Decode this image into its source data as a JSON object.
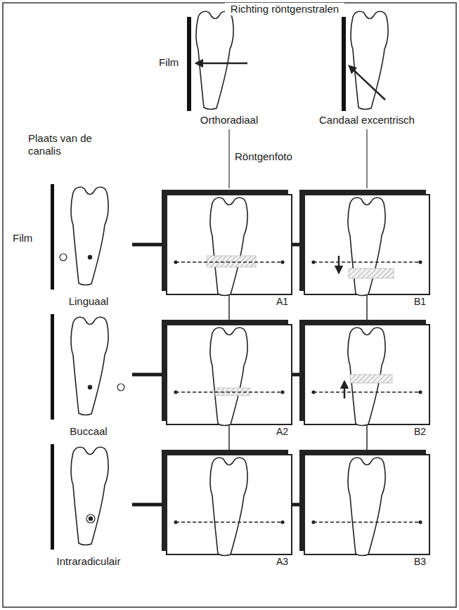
{
  "diagram": {
    "nodes": [
      {
        "text": [
          "Linguaal"
        ]
      },
      {
        "text": [
          "A1"
        ]
      },
      {
        "text": [
          "B1"
        ]
      },
      {
        "text": [
          "Buccaal"
        ]
      },
      {
        "text": [
          "A2"
        ]
      },
      {
        "text": [
          "B2"
        ]
      },
      {
        "text": [
          "Intraradiculair"
        ]
      },
      {
        "text": [
          "A3"
        ]
      },
      {
        "text": [
          "B3"
        ]
      }
    ],
    "edges": [
      {
        "from": 0,
        "to": 1,
        "arrow": "none"
      },
      {
        "from": 1,
        "to": 2,
        "arrow": "none"
      },
      {
        "from": 3,
        "to": 4,
        "arrow": "none"
      },
      {
        "from": 4,
        "to": 5,
        "arrow": "none"
      },
      {
        "from": 6,
        "to": 7,
        "arrow": "none"
      },
      {
        "from": 7,
        "to": 8,
        "arrow": "none"
      },
      {
        "from": 1,
        "to": 4,
        "arrow": "none"
      },
      {
        "from": 4,
        "to": 7,
        "arrow": "none"
      },
      {
        "from": 2,
        "to": 5,
        "arrow": "none"
      },
      {
        "from": 5,
        "to": 8,
        "arrow": "none"
      }
    ],
    "labels": [
      "Richting röntgenstralen",
      "Film",
      "Orthoradiaal",
      "Candaal excentrisch",
      "Plaats van de canalis",
      "Röntgenfoto",
      "Film"
    ]
  }
}
